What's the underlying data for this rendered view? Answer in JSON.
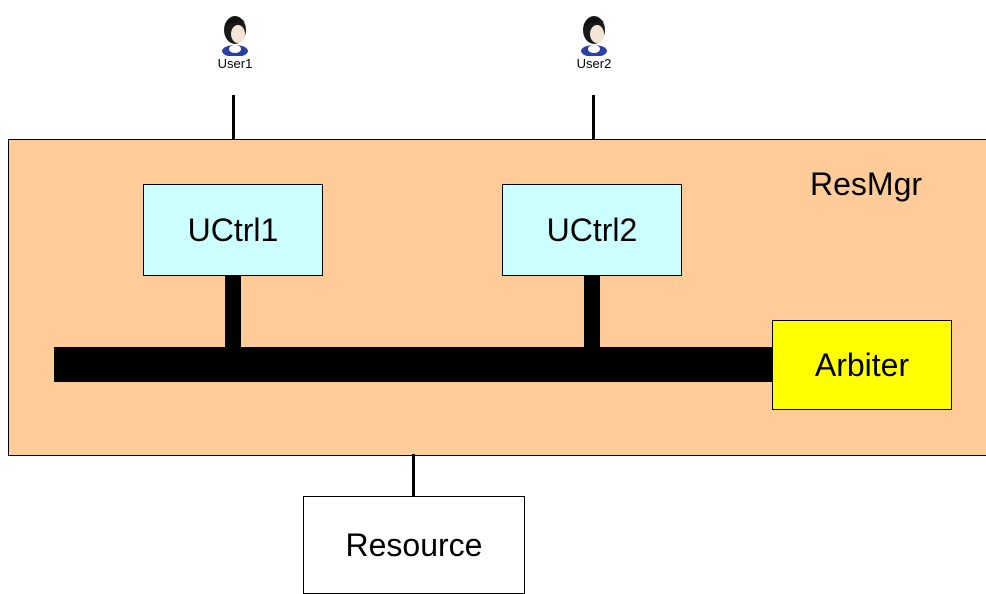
{
  "users": [
    {
      "label": "User1"
    },
    {
      "label": "User2"
    }
  ],
  "container": {
    "label": "ResMgr",
    "color": "#ffcc99"
  },
  "controllers": [
    {
      "label": "UCtrl1",
      "color": "#ccffff"
    },
    {
      "label": "UCtrl2",
      "color": "#ccffff"
    }
  ],
  "arbiter": {
    "label": "Arbiter",
    "color": "#ffff00"
  },
  "resource": {
    "label": "Resource",
    "color": "#ffffff"
  },
  "icons": {
    "user": "user-avatar-icon"
  }
}
